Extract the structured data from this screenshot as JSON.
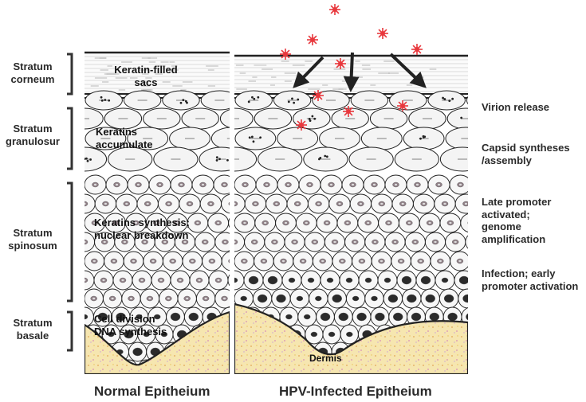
{
  "layers": {
    "corneum": "Stratum\ncorneum",
    "granulosum": "Stratum\ngranulosur",
    "spinosum": "Stratum\nspinosum",
    "basale": "Stratum\nbasale"
  },
  "normal_labels": {
    "corneum": "Keratin-filled\nsacs",
    "granulosum": "Keratins\naccumulate",
    "spinosum": "Keratins  synthesis;\nnuclear breakdown",
    "basale": "Cell division\nDNA synthesis"
  },
  "dermis": "Dermis",
  "hpv_stages": {
    "release": "Virion release",
    "capsid": "Capsid syntheses\n/assembly",
    "late": "Late promoter\nactivated;\ngenome\namplification",
    "early": "Infection; early\npromoter activation"
  },
  "captions": {
    "normal": "Normal Epitheium",
    "infected": "HPV-Infected Epitheium"
  },
  "colors": {
    "virion": "#e8383d",
    "nucleus": "#2b2b2b",
    "dermis": "#f3dc93",
    "ink": "#222222"
  }
}
